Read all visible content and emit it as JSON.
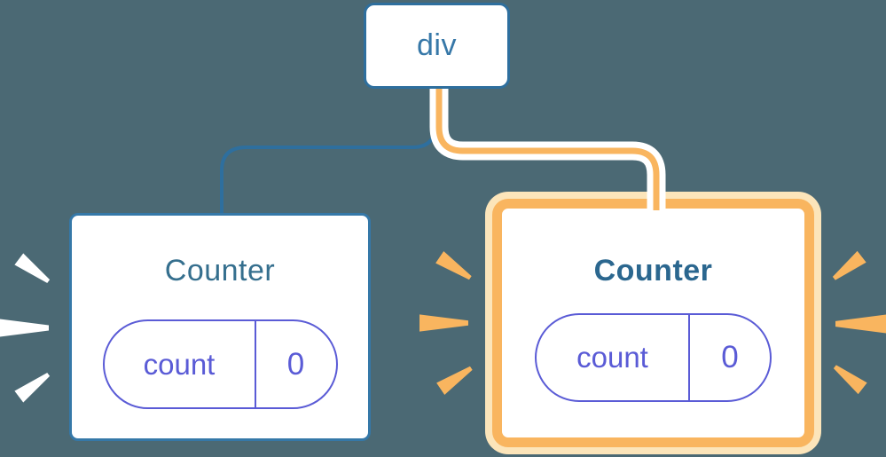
{
  "diagram": {
    "root": {
      "label": "div"
    },
    "children": [
      {
        "label": "Counter",
        "state": {
          "key": "count",
          "value": "0"
        },
        "highlighted": false
      },
      {
        "label": "Counter",
        "state": {
          "key": "count",
          "value": "0"
        },
        "highlighted": true
      }
    ]
  },
  "colors": {
    "background": "#4B6974",
    "connector_blue": "#2E6F9E",
    "connector_orange": "#F9B55F",
    "connector_casing": "#FFFFFF",
    "node_border_blue": "#3578A8",
    "root_text": "#3778A8",
    "counter_title_left": "#356F8E",
    "counter_title_right": "#2B678F",
    "state_purple": "#5A5BD6",
    "highlight_orange": "#F9B55F",
    "highlight_cream": "#FCE5BA",
    "mark_white": "#FFFFFF"
  }
}
